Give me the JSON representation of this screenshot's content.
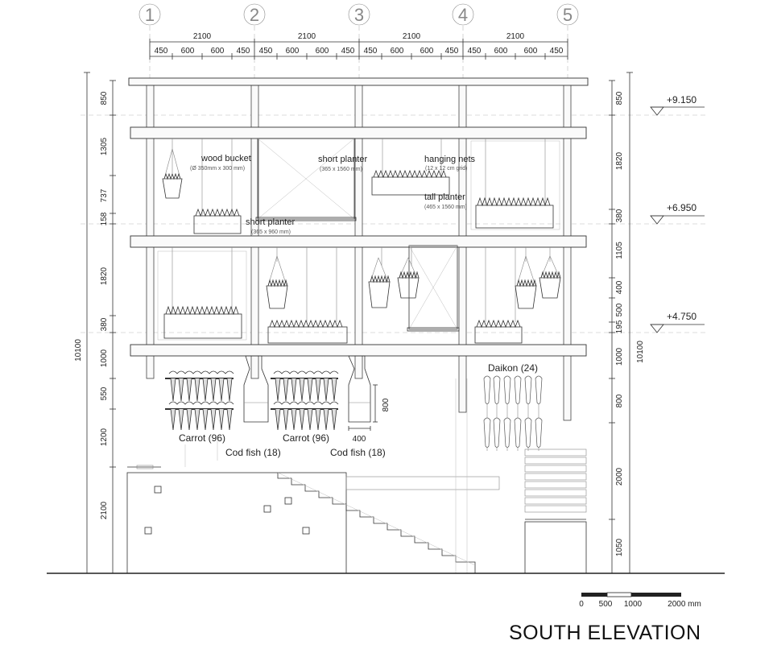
{
  "title": "SOUTH ELEVATION",
  "grid_axes": [
    "1",
    "2",
    "3",
    "4",
    "5"
  ],
  "top_dims": {
    "bay": [
      "2100",
      "2100",
      "2100",
      "2100"
    ],
    "sub": [
      "450",
      "600",
      "600",
      "450"
    ]
  },
  "left_dims": [
    "850",
    "1305",
    "737",
    "158",
    "1820",
    "380",
    "1000",
    "550",
    "1200",
    "2100"
  ],
  "left_total": "10100",
  "right_dims": [
    "850",
    "1820",
    "380",
    "1105",
    "400",
    "500",
    "195",
    "1000",
    "800",
    "2000",
    "1050"
  ],
  "right_total": "10100",
  "levels": [
    "+9.150",
    "+6.950",
    "+4.750"
  ],
  "labels": {
    "wood_bucket": "wood bucket",
    "wood_bucket_note": "(Ø 350mm x 300 mm)",
    "short_planter_a": "short planter",
    "short_planter_a_note": "(365 x 960 mm)",
    "short_planter_b": "short planter",
    "short_planter_b_note": "(365 x 1560 mm)",
    "hanging_nets": "hanging nets",
    "hanging_nets_note": "(12 x 12 cm grid)",
    "tall_planter": "tall planter",
    "tall_planter_note": "(465 x 1560 mm)",
    "daikon": "Daikon (24)",
    "carrot_left": "Carrot (96)",
    "carrot_right": "Carrot (96)",
    "codfish_left": "Cod fish (18)",
    "codfish_right": "Cod fish (18)",
    "fish_height": "800",
    "fish_width": "400"
  },
  "scale_bar": [
    "0",
    "500",
    "1000",
    "2000 mm"
  ]
}
